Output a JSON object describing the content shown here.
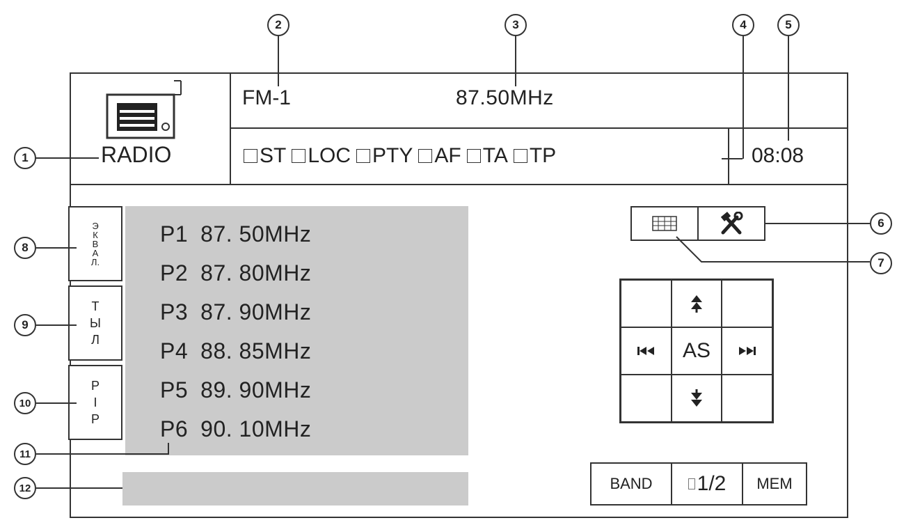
{
  "header": {
    "source_label": "RADIO",
    "band": "FM-1",
    "frequency": "87.50MHz",
    "clock": "08:08",
    "flags": [
      "ST",
      "LOC",
      "PTY",
      "AF",
      "TA",
      "TP"
    ]
  },
  "side_buttons": [
    {
      "id": "eq",
      "lines": [
        "Э",
        "К",
        "В",
        "А",
        "Л."
      ]
    },
    {
      "id": "rear",
      "lines": [
        "Т",
        "Ы",
        "Л"
      ]
    },
    {
      "id": "pip",
      "lines": [
        "P",
        "I",
        "P"
      ]
    }
  ],
  "presets": [
    {
      "label": "P1",
      "freq": "87. 50MHz"
    },
    {
      "label": "P2",
      "freq": "87. 80MHz"
    },
    {
      "label": "P3",
      "freq": "87. 90MHz"
    },
    {
      "label": "P4",
      "freq": "88. 85MHz"
    },
    {
      "label": "P5",
      "freq": "89. 90MHz"
    },
    {
      "label": "P6",
      "freq": "90. 10MHz"
    }
  ],
  "nav": {
    "center": "AS"
  },
  "bottom": {
    "band": "BAND",
    "page": "1/2",
    "mem": "MEM"
  },
  "callouts": {
    "c1": "1",
    "c2": "2",
    "c3": "3",
    "c4": "4",
    "c5": "5",
    "c6": "6",
    "c7": "7",
    "c8": "8",
    "c9": "9",
    "c10": "10",
    "c11": "11",
    "c12": "12"
  },
  "icons": [
    "radio-icon",
    "grid-icon",
    "tools-icon",
    "up-icon",
    "down-icon",
    "prev-icon",
    "next-icon",
    "page-icon"
  ]
}
